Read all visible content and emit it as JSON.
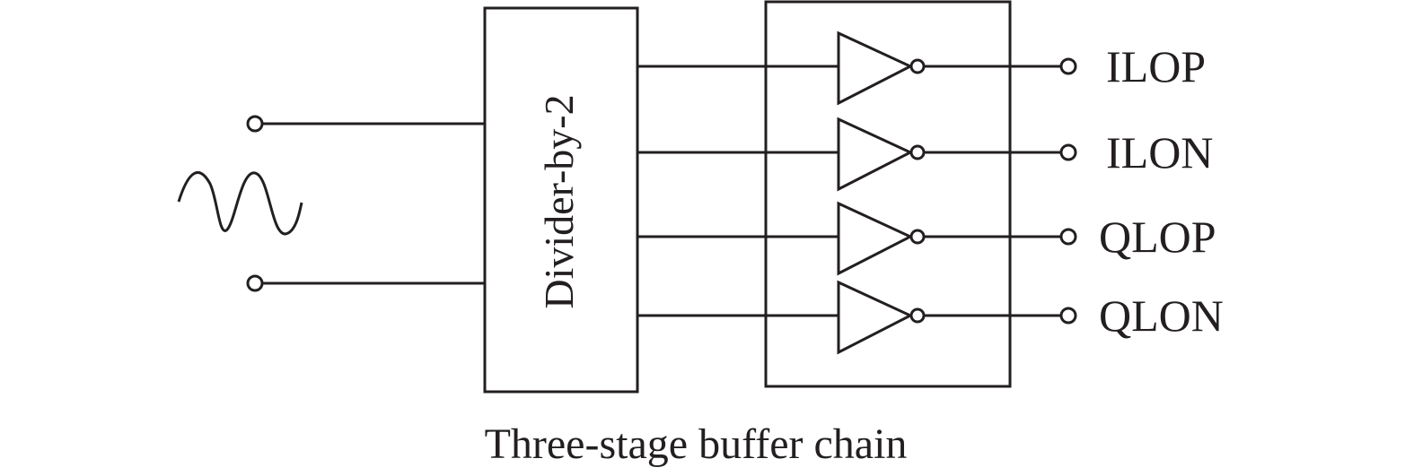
{
  "diagram": {
    "title": "Three-stage buffer chain",
    "input_source": {
      "icon": "sine-wave-icon",
      "pins": 2
    },
    "divider": {
      "label": "Divider-by-2"
    },
    "buffer_block": {
      "buffers": [
        {
          "output": "ILOP"
        },
        {
          "output": "ILON"
        },
        {
          "output": "QLOP"
        },
        {
          "output": "QLON"
        }
      ]
    },
    "colors": {
      "stroke": "#231f20",
      "background": "#ffffff"
    }
  }
}
